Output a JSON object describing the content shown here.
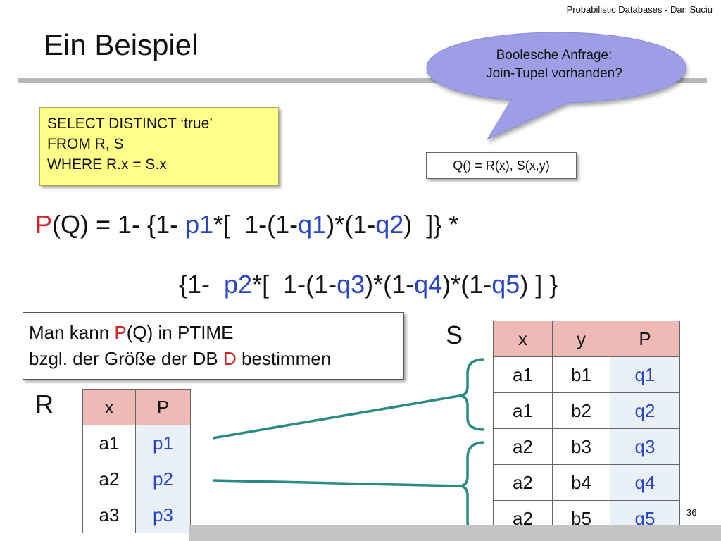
{
  "header": {
    "text": "Probabilistic Databases - Dan Suciu"
  },
  "title": "Ein Beispiel",
  "sql": {
    "lines": [
      "SELECT DISTINCT ‘true’",
      "FROM R, S",
      "WHERE R.x = S.x"
    ]
  },
  "bubble": {
    "lines": [
      "Boolesche Anfrage:",
      "Join-Tupel vorhanden?"
    ]
  },
  "datalog": "Q() = R(x), S(x,y)",
  "formula": {
    "line1": [
      {
        "t": "P",
        "c": "red"
      },
      {
        "t": "(Q) = ",
        "c": ""
      },
      {
        "t": "1- {1- ",
        "c": ""
      },
      {
        "t": "p1",
        "c": "blue"
      },
      {
        "t": "*[  1-(1-",
        "c": ""
      },
      {
        "t": "q1",
        "c": "blue"
      },
      {
        "t": ")*(1-",
        "c": ""
      },
      {
        "t": "q2",
        "c": "blue"
      },
      {
        "t": ")  ]} *",
        "c": ""
      }
    ],
    "line2": [
      {
        "t": "{1-  ",
        "c": ""
      },
      {
        "t": "p2",
        "c": "blue"
      },
      {
        "t": "*[  1-(1-",
        "c": ""
      },
      {
        "t": "q3",
        "c": "blue"
      },
      {
        "t": ")*(1-",
        "c": ""
      },
      {
        "t": "q4",
        "c": "blue"
      },
      {
        "t": ")*(1-",
        "c": ""
      },
      {
        "t": "q5",
        "c": "blue"
      },
      {
        "t": ") ] }",
        "c": ""
      }
    ]
  },
  "note": {
    "line1": [
      {
        "t": "Man kann ",
        "c": ""
      },
      {
        "t": "P",
        "c": "red"
      },
      {
        "t": "(Q) in PTIME",
        "c": ""
      }
    ],
    "line2": [
      {
        "t": "bzgl. der Größe der DB ",
        "c": ""
      },
      {
        "t": "D",
        "c": "red"
      },
      {
        "t": " bestimmen",
        "c": ""
      }
    ]
  },
  "relation_s": {
    "label": "S",
    "headers": [
      "x",
      "y",
      "P"
    ],
    "rows": [
      [
        "a1",
        "b1",
        "q1"
      ],
      [
        "a1",
        "b2",
        "q2"
      ],
      [
        "a2",
        "b3",
        "q3"
      ],
      [
        "a2",
        "b4",
        "q4"
      ],
      [
        "a2",
        "b5",
        "q5"
      ]
    ]
  },
  "relation_r": {
    "label": "R",
    "headers": [
      "x",
      "P"
    ],
    "rows": [
      [
        "a1",
        "p1"
      ],
      [
        "a2",
        "p2"
      ],
      [
        "a3",
        "p3"
      ]
    ]
  },
  "page_number": "36",
  "colors": {
    "accent_blue": "#2a46c8",
    "accent_red": "#d02323",
    "teal_line": "#2a8a84",
    "bubble_fill": "#9d9ee6",
    "sql_fill": "#ffff8a",
    "header_cell": "#efbab5"
  }
}
